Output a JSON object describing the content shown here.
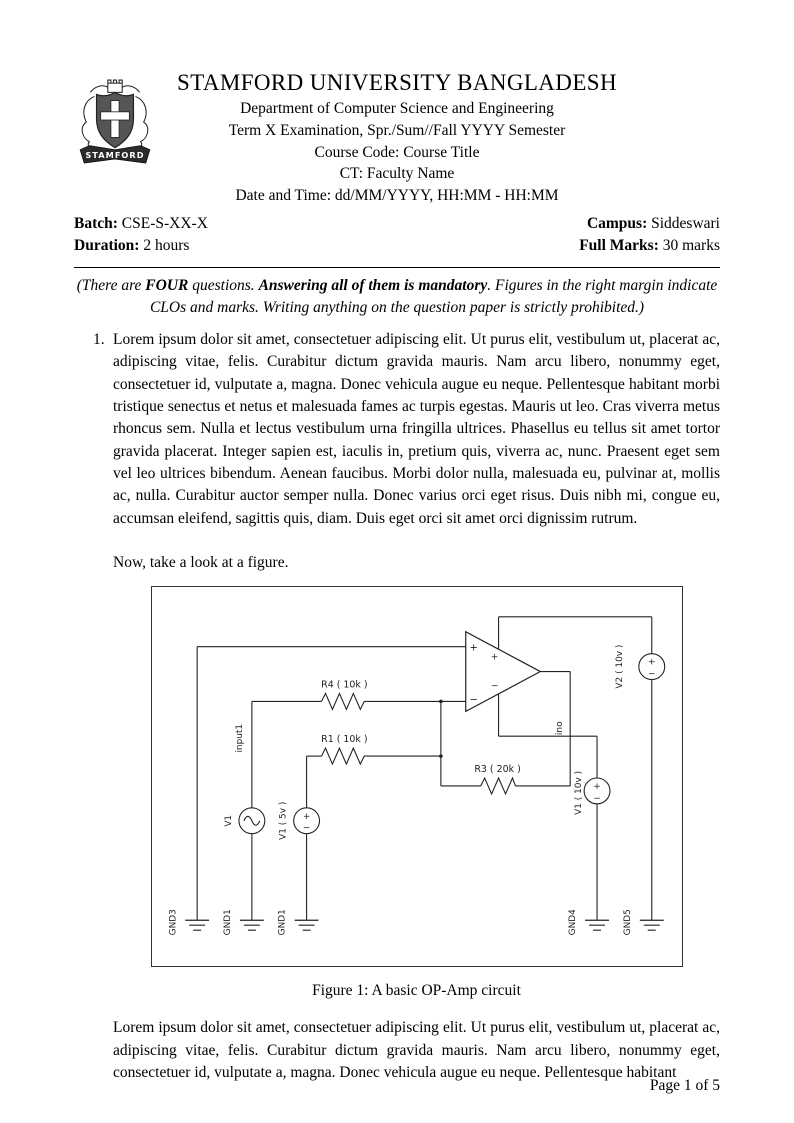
{
  "logo": {
    "banner": "STAMFORD"
  },
  "header": {
    "title": "STAMFORD UNIVERSITY BANGLADESH",
    "lines": [
      "Department of Computer Science and Engineering",
      "Term X Examination, Spr./Sum//Fall YYYY Semester",
      "Course Code: Course Title",
      "CT: Faculty Name",
      "Date and Time: dd/MM/YYYY, HH:MM - HH:MM"
    ]
  },
  "info": {
    "batch_label": "Batch:",
    "batch_value": "CSE-S-XX-X",
    "campus_label": "Campus:",
    "campus_value": "Siddeswari",
    "duration_label": "Duration:",
    "duration_value": "2 hours",
    "marks_label": "Full Marks:",
    "marks_value": "30 marks"
  },
  "notice": {
    "part1": "(There are ",
    "part2": "FOUR",
    "part3": " questions. ",
    "part4": "Answering all of them is mandatory",
    "part5": ". Figures in the right margin indicate CLOs and marks. Writing anything on the question paper is strictly prohibited.)"
  },
  "question1": {
    "number": "1.",
    "body": "Lorem ipsum dolor sit amet, consectetuer adipiscing elit. Ut purus elit, vestibulum ut, placerat ac, adipiscing vitae, felis. Curabitur dictum gravida mauris. Nam arcu libero, nonummy eget, consectetuer id, vulputate a, magna. Donec vehicula augue eu neque. Pellentesque habitant morbi tristique senectus et netus et malesuada fames ac turpis egestas. Mauris ut leo. Cras viverra metus rhoncus sem. Nulla et lectus vestibulum urna fringilla ultrices. Phasellus eu tellus sit amet tortor gravida placerat. Integer sapien est, iaculis in, pretium quis, viverra ac, nunc. Praesent eget sem vel leo ultrices bibendum. Aenean faucibus. Morbi dolor nulla, malesuada eu, pulvinar at, mollis ac, nulla. Curabitur auctor semper nulla. Donec varius orci eget risus. Duis nibh mi, congue eu, accumsan eleifend, sagittis quis, diam. Duis eget orci sit amet orci dignissim rutrum.",
    "figure_intro": "Now, take a look at a figure."
  },
  "figure": {
    "caption": "Figure 1: A basic OP-Amp circuit",
    "labels": {
      "r4": "R4 ( 10k )",
      "r1": "R1 ( 10k )",
      "r3": "R3 ( 20k )",
      "v1_ac": "V1",
      "v1_5v": "V1 ( 5v )",
      "v1_10v": "V1 ( 10v )",
      "v2_10v": "V2 ( 10v )",
      "input1": "input1",
      "ino": "ino",
      "gnd3": "GND3",
      "gnd1_a": "GND1",
      "gnd1_b": "GND1",
      "gnd4": "GND4",
      "gnd5": "GND5",
      "plus": "+",
      "minus": "−"
    }
  },
  "closing_paragraph": "Lorem ipsum dolor sit amet, consectetuer adipiscing elit. Ut purus elit, vestibulum ut, placerat ac, adipiscing vitae, felis. Curabitur dictum gravida mauris. Nam arcu libero, nonummy eget, consectetuer id, vulputate a, magna. Donec vehicula augue eu neque. Pellentesque habitant",
  "page": {
    "footer": "Page 1 of 5"
  }
}
